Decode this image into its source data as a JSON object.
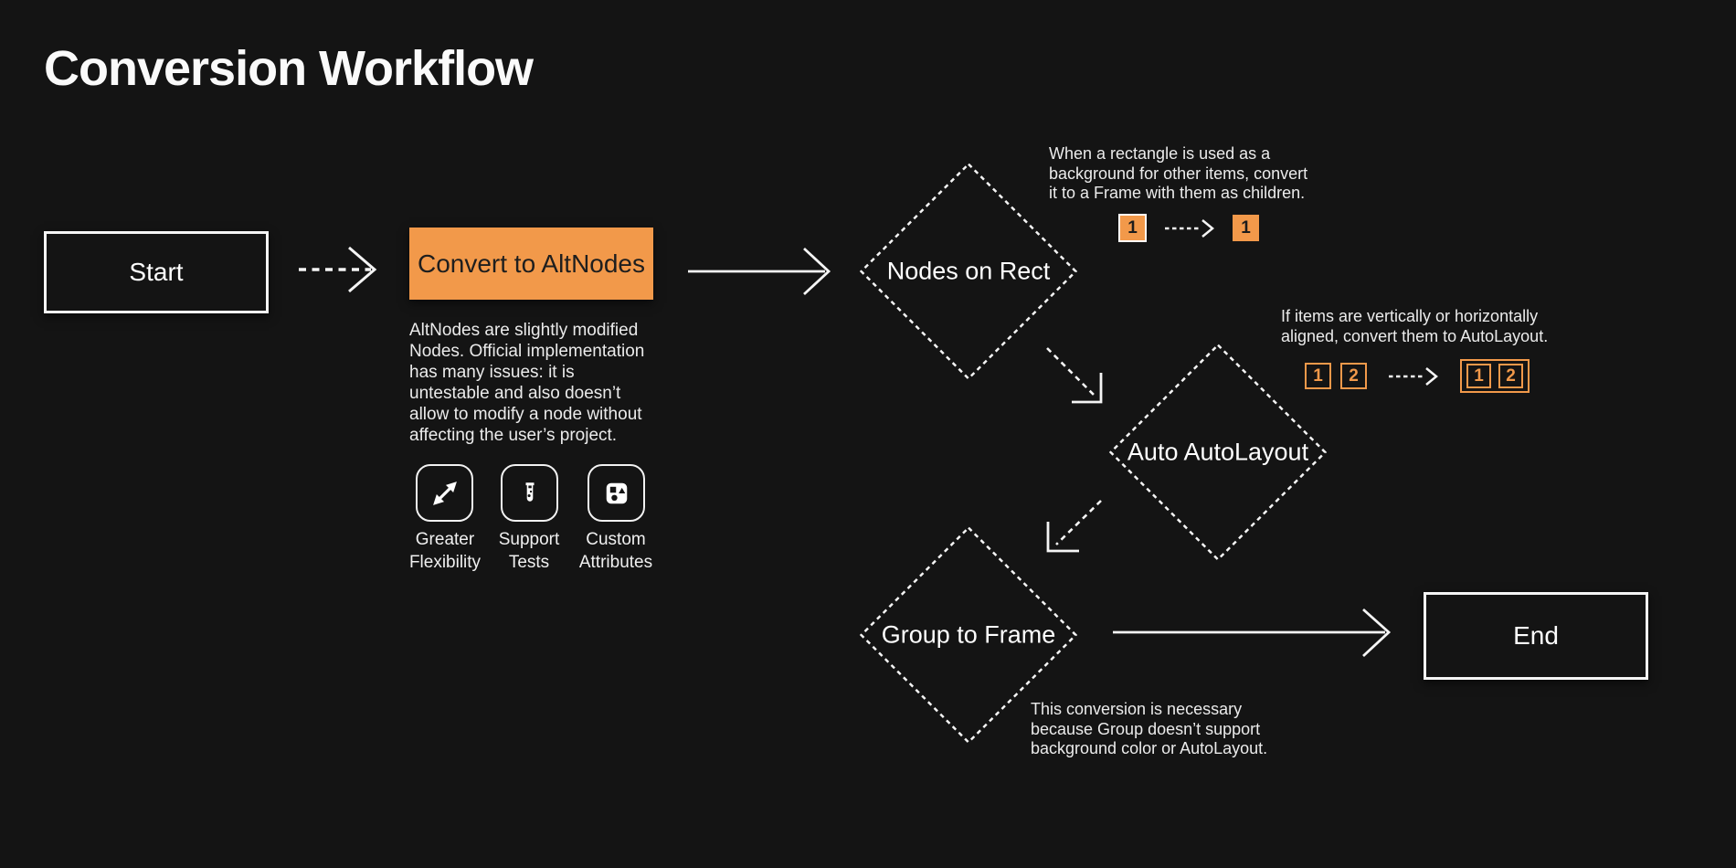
{
  "title": "Conversion Workflow",
  "colors": {
    "background": "#141414",
    "accent_orange": "#F2994A",
    "node_border": "#FFFFFF",
    "body_text": "#EBEBEB",
    "process_text": "#1E1E1E"
  },
  "nodes": {
    "start": {
      "label": "Start",
      "type": "terminal"
    },
    "convert": {
      "label": "Convert to AltNodes",
      "type": "process"
    },
    "nodes_on_rect": {
      "label": "Nodes on Rect",
      "type": "decision"
    },
    "auto_autolayout": {
      "label": "Auto AutoLayout",
      "type": "decision"
    },
    "group_to_frame": {
      "label": "Group to Frame",
      "type": "decision"
    },
    "end": {
      "label": "End",
      "type": "terminal"
    }
  },
  "notes": {
    "altnodes": [
      "AltNodes are slightly modified",
      "Nodes. Official implementation",
      "has many issues: it is",
      "untestable and also doesn’t",
      "allow to modify a node without",
      "affecting the user’s project."
    ],
    "nodes_on_rect": [
      "When a rectangle is used as a",
      "background for other items, convert",
      "it to a Frame with them as children."
    ],
    "auto_autolayout": [
      "If items are vertically or horizontally",
      "aligned, convert them to AutoLayout."
    ],
    "group_to_frame": [
      "This conversion is necessary",
      "because Group doesn’t support",
      "background color or AutoLayout."
    ]
  },
  "features": [
    {
      "icon": "expand-arrows-icon",
      "label": [
        "Greater",
        "Flexibility"
      ]
    },
    {
      "icon": "test-tube-icon",
      "label": [
        "Support",
        "Tests"
      ]
    },
    {
      "icon": "shapes-icon",
      "label": [
        "Custom",
        "Attributes"
      ]
    }
  ],
  "illustrations": {
    "rect_to_frame": {
      "before": "1",
      "after": "1"
    },
    "autolayout": {
      "before": [
        "1",
        "2"
      ],
      "after": [
        "1",
        "2"
      ]
    }
  }
}
